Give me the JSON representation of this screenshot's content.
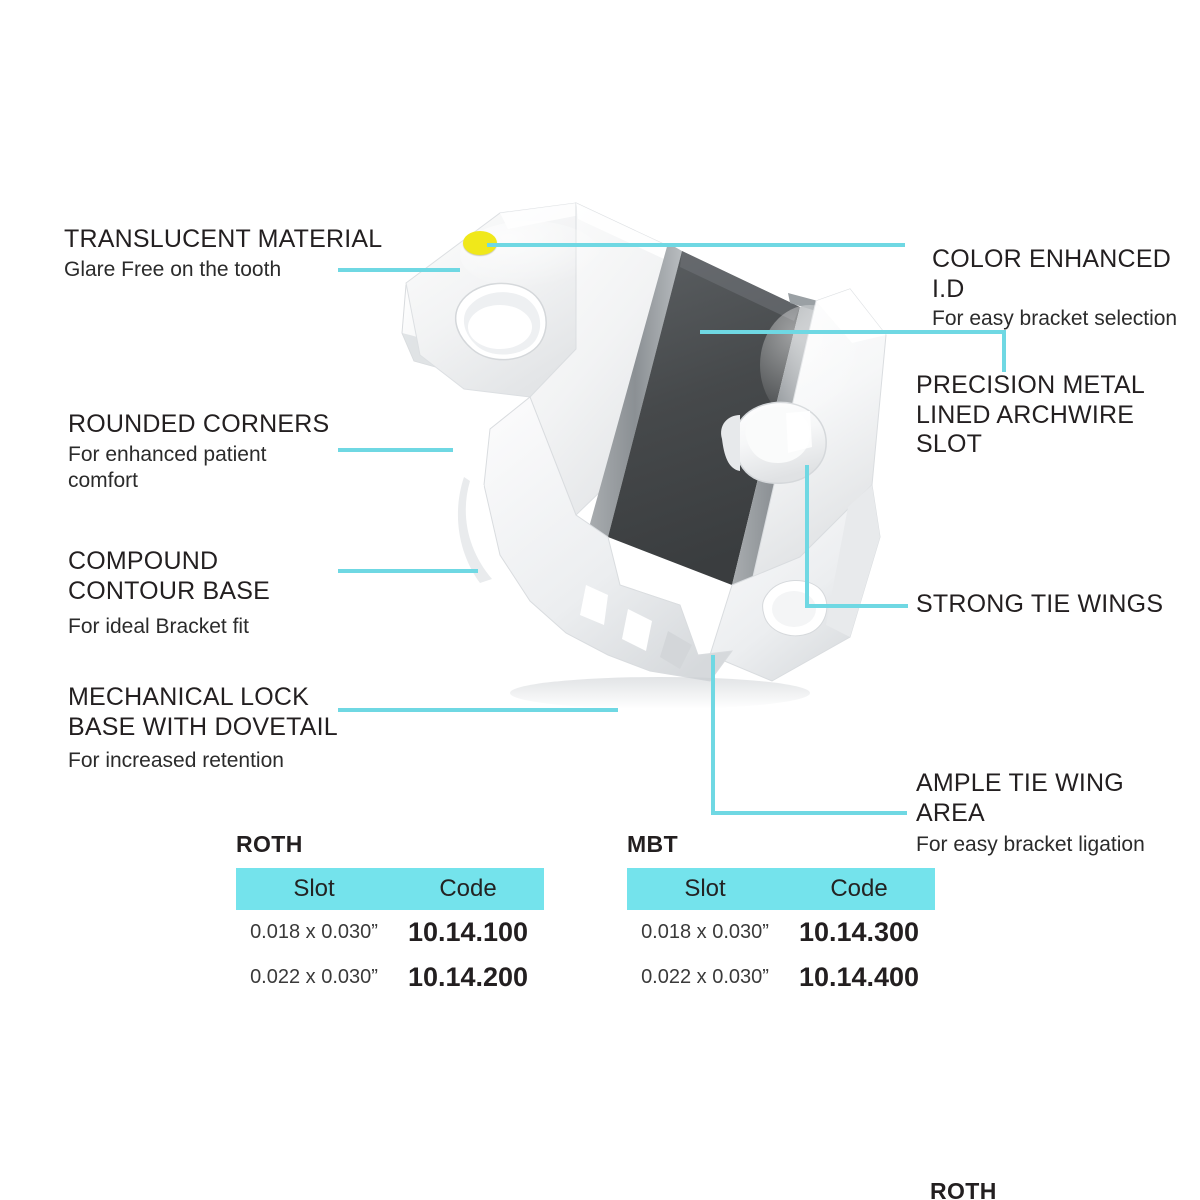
{
  "page": {
    "title": "Orthodontic Ceramic Bracket Feature Diagram",
    "accent_color": "#74E3EC",
    "lead_line_color": "#6FD8E3",
    "id_dot_color": "#F0E81A",
    "text_color": "#231f20",
    "background": "#ffffff"
  },
  "callouts": {
    "translucent_material": {
      "title": "TRANSLUCENT MATERIAL",
      "sub": "Glare Free on the tooth"
    },
    "color_enhanced_id": {
      "title": "COLOR ENHANCED I.D",
      "sub": "For easy bracket selection"
    },
    "precision_slot": {
      "title": "PRECISION METAL\nLINED ARCHWIRE SLOT",
      "sub": ""
    },
    "rounded_corners": {
      "title": "ROUNDED CORNERS",
      "sub": "For enhanced patient\ncomfort"
    },
    "compound_contour_base": {
      "title": "COMPOUND\nCONTOUR BASE",
      "sub": "For ideal Bracket fit"
    },
    "mechanical_lock": {
      "title": "MECHANICAL LOCK\nBASE WITH DOVETAIL",
      "sub": "For increased retention"
    },
    "strong_tie_wings": {
      "title": "STRONG TIE WINGS",
      "sub": ""
    },
    "ample_tie_wing_area": {
      "title": "AMPLE TIE WING AREA",
      "sub": "For easy bracket ligation"
    }
  },
  "illustration": {
    "name": "ceramic-orthodontic-bracket-3d-render",
    "id_dot_label": "color identification dot"
  },
  "tables": [
    {
      "caption": "ROTH",
      "columns": [
        "Slot",
        "Code"
      ],
      "rows": [
        {
          "slot": "0.018 x 0.030”",
          "code": "10.14.100"
        },
        {
          "slot": "0.022 x 0.030”",
          "code": "10.14.200"
        }
      ]
    },
    {
      "caption": "MBT",
      "columns": [
        "Slot",
        "Code"
      ],
      "rows": [
        {
          "slot": "0.018 x 0.030”",
          "code": "10.14.300"
        },
        {
          "slot": "0.022 x 0.030”",
          "code": "10.14.400"
        }
      ]
    }
  ],
  "bottom_cropped_label": "ROTH"
}
